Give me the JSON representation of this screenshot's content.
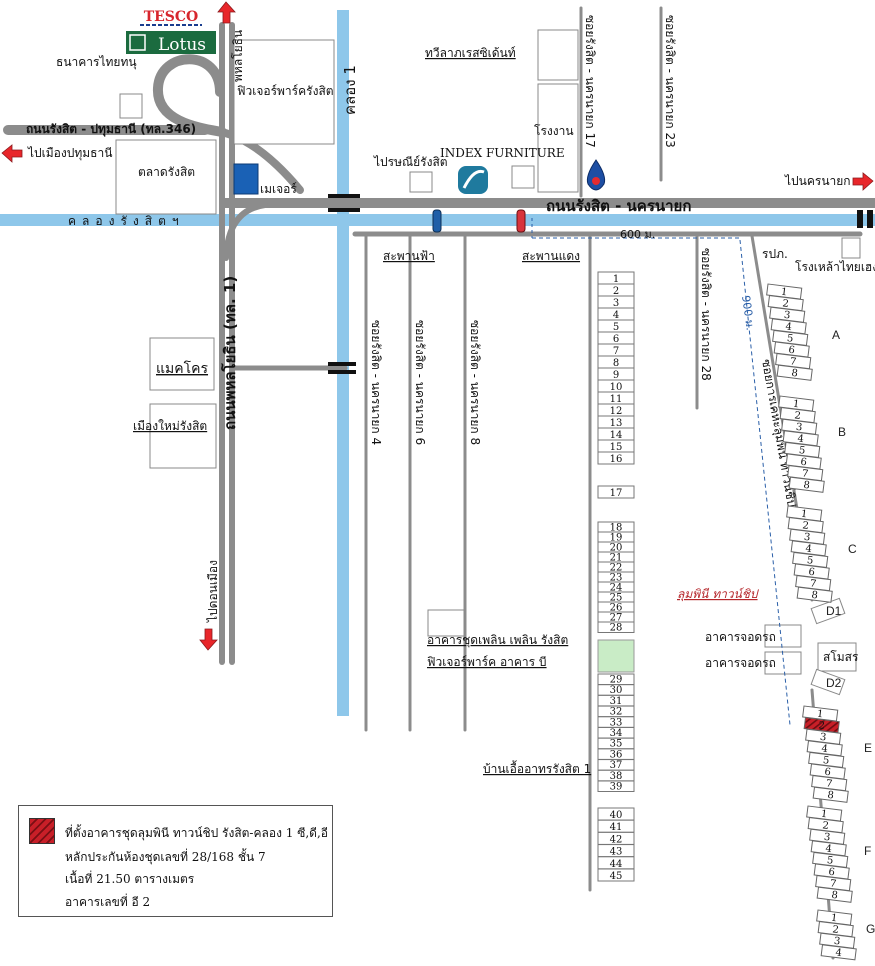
{
  "brand": {
    "tesco": "TESCO",
    "lotus": "Lotus"
  },
  "roads": {
    "rangsit_nakhonnayok": "ถนนรังสิต - นครนายก",
    "rangsit_pathum": "ถนนรังสิต - ปทุมธานี (ทล.346)",
    "phahonyothin": "ถนนพหลโยธิน (ทล. 1)",
    "phahon_short": "พหลโยธิน",
    "canal_road": "คลองรังสิตฯ"
  },
  "directions": {
    "to_pathum": "ไปเมืองปทุมธานี",
    "to_nakhonnayok": "ไปนครนายก",
    "to_donmueang": "ไปดอนเมือง",
    "to_post": "ไปรษณีย์รังสิต"
  },
  "canals": {
    "khlong1": "คลอง 1"
  },
  "places": {
    "thanachart": "ธนาคารไทยทนุ",
    "future_park": "ฟิวเจอร์พาร์ครังสิต",
    "rangsit_market": "ตลาดรังสิต",
    "major": "เมเจอร์",
    "makro": "แมคโคร",
    "muang_mai": "เมืองใหม่รังสิต",
    "villa": "ทวีลาภเรสซิเด้นท์",
    "factory": "โรงงาน",
    "index": "INDEX FURNITURE",
    "sky_bridge": "สะพานฟ้า",
    "red_bridge": "สะพานแดง",
    "steel": "โรงเหล้าไทยเฮง",
    "post_office": "รปภ.",
    "plern": "อาคารชุดเพลิน เพลิน รังสิต",
    "future_b": "ฟิวเจอร์พาร์ค อาคาร บี",
    "baan_ua": "บ้านเอื้ออาทรรังสิต 1",
    "parking1": "อาคารจอดรถ",
    "parking2": "อาคารจอดรถ",
    "pool": "สโมสร",
    "d1": "D1",
    "d2": "D2",
    "project": "ลุมพินี ทาวน์ชิป",
    "project_soi": "ซอยการเคหะลุมพินี ทาวน์ชิป รังสิต-คลอง 1"
  },
  "sois": {
    "s4": "ซอยรังสิต - นครนายก 4",
    "s6": "ซอยรังสิต - นครนายก 6",
    "s8": "ซอยรังสิต - นครนายก 8",
    "s17": "ซอยรังสิต - นครนายก 17",
    "s23": "ซอยรังสิต - นครนายก 23",
    "s28": "ซอยรังสิต - นครนายก 28"
  },
  "distances": {
    "d600": "600 ม.",
    "d900": "900 ม."
  },
  "lots": [
    "1",
    "2",
    "3",
    "4",
    "5",
    "6",
    "7",
    "8",
    "9",
    "10",
    "11",
    "12",
    "13",
    "14",
    "15",
    "16",
    "17",
    "18",
    "19",
    "20",
    "21",
    "22",
    "23",
    "24",
    "25",
    "26",
    "27",
    "28",
    "29",
    "30",
    "31",
    "32",
    "33",
    "34",
    "35",
    "36",
    "37",
    "38",
    "39",
    "40",
    "41",
    "42",
    "43",
    "44",
    "45"
  ],
  "blocks": {
    "A": {
      "label": "A",
      "rows": [
        "1",
        "2",
        "3",
        "4",
        "5",
        "6",
        "7",
        "8"
      ]
    },
    "B": {
      "label": "B",
      "rows": [
        "1",
        "2",
        "3",
        "4",
        "5",
        "6",
        "7",
        "8"
      ]
    },
    "C": {
      "label": "C",
      "rows": [
        "1",
        "2",
        "3",
        "4",
        "5",
        "6",
        "7",
        "8"
      ]
    },
    "E": {
      "label": "E",
      "rows": [
        "1",
        "2",
        "3",
        "4",
        "5",
        "6",
        "7",
        "8"
      ],
      "highlight": "2"
    },
    "F": {
      "label": "F",
      "rows": [
        "1",
        "2",
        "3",
        "4",
        "5",
        "6",
        "7",
        "8"
      ]
    },
    "G": {
      "label": "G",
      "rows": [
        "1",
        "2",
        "3",
        "4"
      ]
    }
  },
  "legend": {
    "line1": "ที่ตั้งอาคารชุดลุมพินี ทาวน์ชิป รังสิต-คลอง 1 ซี,ดี,อี",
    "line2": "หลักประกันห้องชุดเลขที่ 28/168  ชั้น 7",
    "line3": "เนื้อที่ 21.50 ตารางเมตร",
    "line4": "อาคารเลขที่ อี 2"
  },
  "colors": {
    "canal": "#8ec7ea",
    "road": "#8c8c8c",
    "highlight": "#c81f28",
    "arrow": "#e8262a",
    "lotus": "#1b6b3f"
  }
}
